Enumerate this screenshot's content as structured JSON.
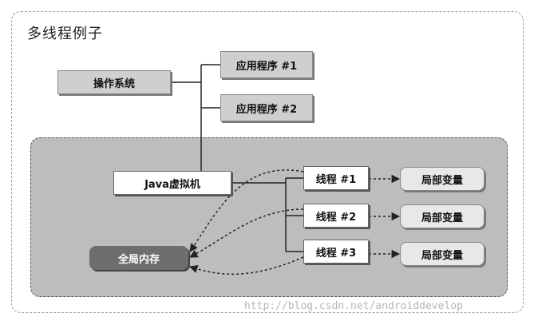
{
  "title": "多线程例子",
  "os": "操作系统",
  "apps": [
    "应用程序 #1",
    "应用程序 #2"
  ],
  "jvm": "Java虚拟机",
  "threads": [
    "线程 #1",
    "线程 #2",
    "线程 #3"
  ],
  "locals": [
    "局部变量",
    "局部变量",
    "局部变量"
  ],
  "global_memory": "全局内存",
  "watermark": "http://blog.csdn.net/androiddevelop",
  "colors": {
    "region": "#bdbdbd",
    "memory_box": "#6e6e6e",
    "box": "#cfcfcf"
  }
}
